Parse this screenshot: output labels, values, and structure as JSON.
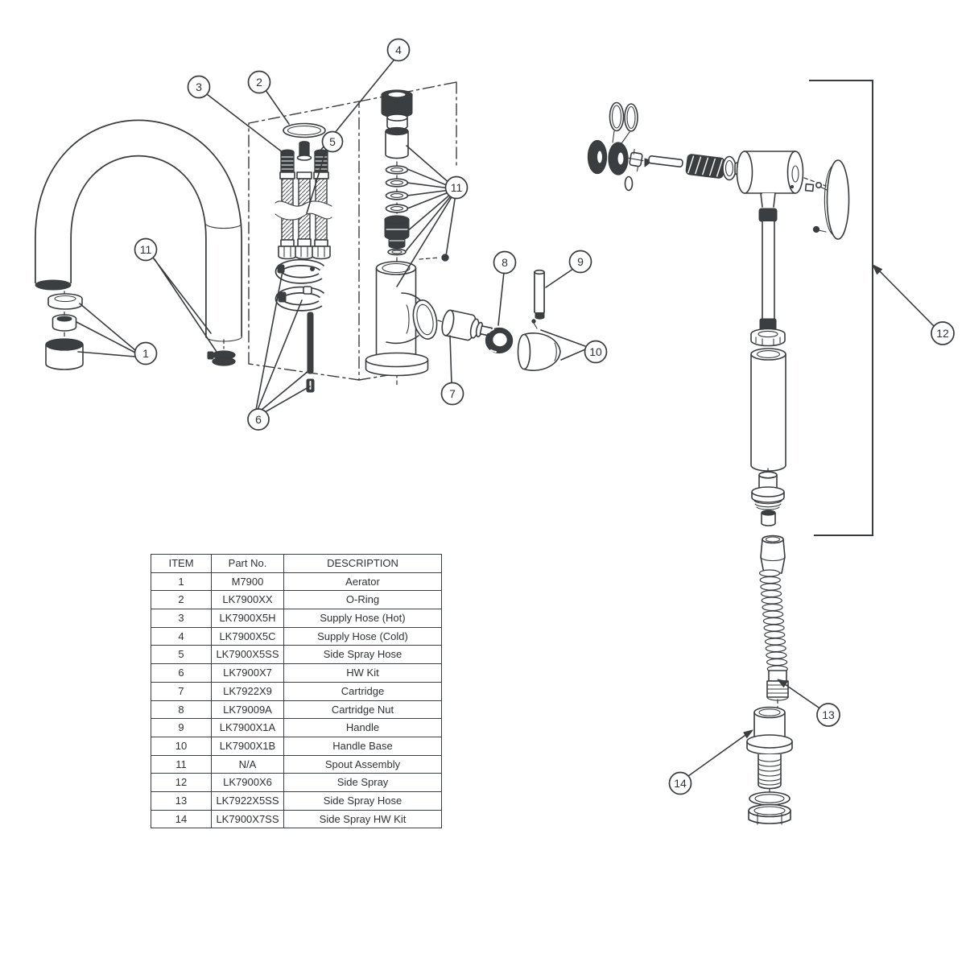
{
  "page": {
    "background_color": "#ffffff",
    "line_color": "#393c3e",
    "dark_fill_color": "#3b3e41",
    "description_of_view": "Exploded parts diagram of a pull-down faucet with side spray"
  },
  "callouts": {
    "n1": "1",
    "n2": "2",
    "n3": "3",
    "n4": "4",
    "n5": "5",
    "n6": "6",
    "n7": "7",
    "n8": "8",
    "n9": "9",
    "n10": "10",
    "n11": "11",
    "n12": "12",
    "n13": "13",
    "n14": "14"
  },
  "parts_table": {
    "headers": [
      "ITEM",
      "Part No.",
      "DESCRIPTION"
    ],
    "rows": [
      {
        "item": "1",
        "part_no": "M7900",
        "description": "Aerator"
      },
      {
        "item": "2",
        "part_no": "LK7900XX",
        "description": "O-Ring"
      },
      {
        "item": "3",
        "part_no": "LK7900X5H",
        "description": "Supply Hose (Hot)"
      },
      {
        "item": "4",
        "part_no": "LK7900X5C",
        "description": "Supply Hose (Cold)"
      },
      {
        "item": "5",
        "part_no": "LK7900X5SS",
        "description": "Side Spray Hose"
      },
      {
        "item": "6",
        "part_no": "LK7900X7",
        "description": "HW Kit"
      },
      {
        "item": "7",
        "part_no": "LK7922X9",
        "description": "Cartridge"
      },
      {
        "item": "8",
        "part_no": "LK79009A",
        "description": "Cartridge Nut"
      },
      {
        "item": "9",
        "part_no": "LK7900X1A",
        "description": "Handle"
      },
      {
        "item": "10",
        "part_no": "LK7900X1B",
        "description": "Handle Base"
      },
      {
        "item": "11",
        "part_no": "N/A",
        "description": "Spout Assembly"
      },
      {
        "item": "12",
        "part_no": "LK7900X6",
        "description": "Side Spray"
      },
      {
        "item": "13",
        "part_no": "LK7922X5SS",
        "description": "Side Spray Hose"
      },
      {
        "item": "14",
        "part_no": "LK7900X7SS",
        "description": "Side Spray HW Kit"
      }
    ]
  }
}
